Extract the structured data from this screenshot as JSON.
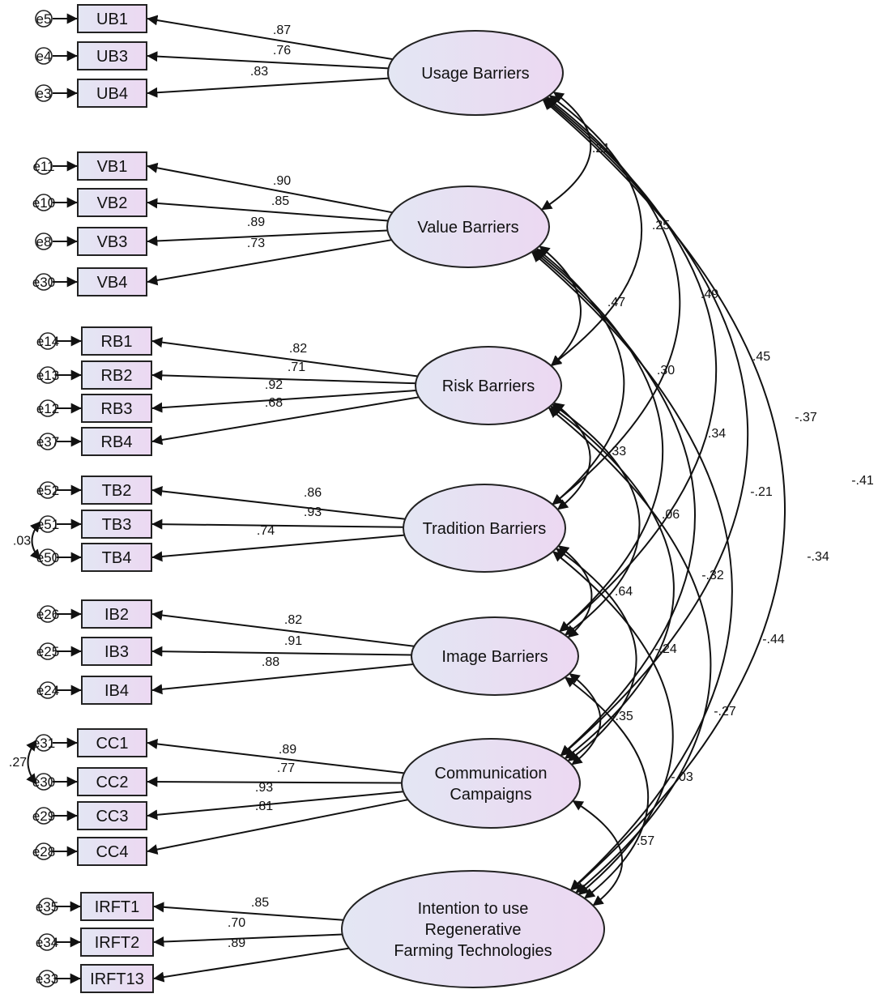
{
  "latents": [
    {
      "id": "UB",
      "lines": [
        "Usage Barriers"
      ],
      "indicators": [
        {
          "name": "UB1",
          "err": "e5",
          "loading": ".87"
        },
        {
          "name": "UB3",
          "err": "e4",
          "loading": ".76"
        },
        {
          "name": "UB4",
          "err": "e3",
          "loading": ".83"
        }
      ]
    },
    {
      "id": "VB",
      "lines": [
        "Value Barriers"
      ],
      "indicators": [
        {
          "name": "VB1",
          "err": "e11",
          "loading": ".90"
        },
        {
          "name": "VB2",
          "err": "e10",
          "loading": ".85"
        },
        {
          "name": "VB3",
          "err": "e8",
          "loading": ".89"
        },
        {
          "name": "VB4",
          "err": "e30",
          "loading": ".73"
        }
      ]
    },
    {
      "id": "RB",
      "lines": [
        "Risk Barriers"
      ],
      "indicators": [
        {
          "name": "RB1",
          "err": "e14",
          "loading": ".82"
        },
        {
          "name": "RB2",
          "err": "e13",
          "loading": ".71"
        },
        {
          "name": "RB3",
          "err": "e12",
          "loading": ".92"
        },
        {
          "name": "RB4",
          "err": "e37",
          "loading": ".68"
        }
      ]
    },
    {
      "id": "TB",
      "lines": [
        "Tradition Barriers"
      ],
      "indicators": [
        {
          "name": "TB2",
          "err": "e52",
          "loading": ".86"
        },
        {
          "name": "TB3",
          "err": "e51",
          "loading": ".93"
        },
        {
          "name": "TB4",
          "err": "e50",
          "loading": ".74"
        }
      ]
    },
    {
      "id": "IB",
      "lines": [
        "Image Barriers"
      ],
      "indicators": [
        {
          "name": "IB2",
          "err": "e26",
          "loading": ".82"
        },
        {
          "name": "IB3",
          "err": "e25",
          "loading": ".91"
        },
        {
          "name": "IB4",
          "err": "e24",
          "loading": ".88"
        }
      ]
    },
    {
      "id": "CC",
      "lines": [
        "Communication",
        "Campaigns"
      ],
      "indicators": [
        {
          "name": "CC1",
          "err": "e31",
          "loading": ".89"
        },
        {
          "name": "CC2",
          "err": "e30",
          "loading": ".77"
        },
        {
          "name": "CC3",
          "err": "e29",
          "loading": ".93"
        },
        {
          "name": "CC4",
          "err": "e28",
          "loading": ".81"
        }
      ]
    },
    {
      "id": "IRFT",
      "lines": [
        "Intention to use",
        "Regenerative",
        "Farming Technologies"
      ],
      "indicators": [
        {
          "name": "IRFT1",
          "err": "e35",
          "loading": ".85"
        },
        {
          "name": "IRFT2",
          "err": "e34",
          "loading": ".70"
        },
        {
          "name": "IRFT13",
          "err": "e33",
          "loading": ".89"
        }
      ]
    }
  ],
  "correlations": [
    {
      "from": "UB",
      "to": "VB",
      "value": ".21"
    },
    {
      "from": "UB",
      "to": "RB",
      "value": ".25"
    },
    {
      "from": "UB",
      "to": "TB",
      "value": ".49"
    },
    {
      "from": "UB",
      "to": "IB",
      "value": ".45"
    },
    {
      "from": "UB",
      "to": "CC",
      "value": "-.37"
    },
    {
      "from": "UB",
      "to": "IRFT",
      "value": "-.41"
    },
    {
      "from": "VB",
      "to": "RB",
      "value": ".47"
    },
    {
      "from": "VB",
      "to": "TB",
      "value": ".30"
    },
    {
      "from": "VB",
      "to": "IB",
      "value": ".34"
    },
    {
      "from": "VB",
      "to": "CC",
      "value": "-.21"
    },
    {
      "from": "VB",
      "to": "IRFT",
      "value": "-.34"
    },
    {
      "from": "RB",
      "to": "TB",
      "value": ".33"
    },
    {
      "from": "RB",
      "to": "IB",
      "value": ".06"
    },
    {
      "from": "RB",
      "to": "CC",
      "value": "-.32"
    },
    {
      "from": "RB",
      "to": "IRFT",
      "value": "-.44"
    },
    {
      "from": "TB",
      "to": "IB",
      "value": ".64"
    },
    {
      "from": "TB",
      "to": "CC",
      "value": "-.24"
    },
    {
      "from": "TB",
      "to": "IRFT",
      "value": "-.27"
    },
    {
      "from": "IB",
      "to": "CC",
      "value": "-.35"
    },
    {
      "from": "IB",
      "to": "IRFT",
      "value": "-.03"
    },
    {
      "from": "CC",
      "to": "IRFT",
      "value": ".57"
    }
  ],
  "error_covariances": [
    {
      "between": [
        "e51",
        "e50"
      ],
      "value": ".03"
    },
    {
      "between": [
        "e31",
        "e30"
      ],
      "value": ".27"
    }
  ],
  "colors": {
    "fill_start": "#e3e6f3",
    "fill_end": "#ecd8f2",
    "stroke": "#222222"
  }
}
